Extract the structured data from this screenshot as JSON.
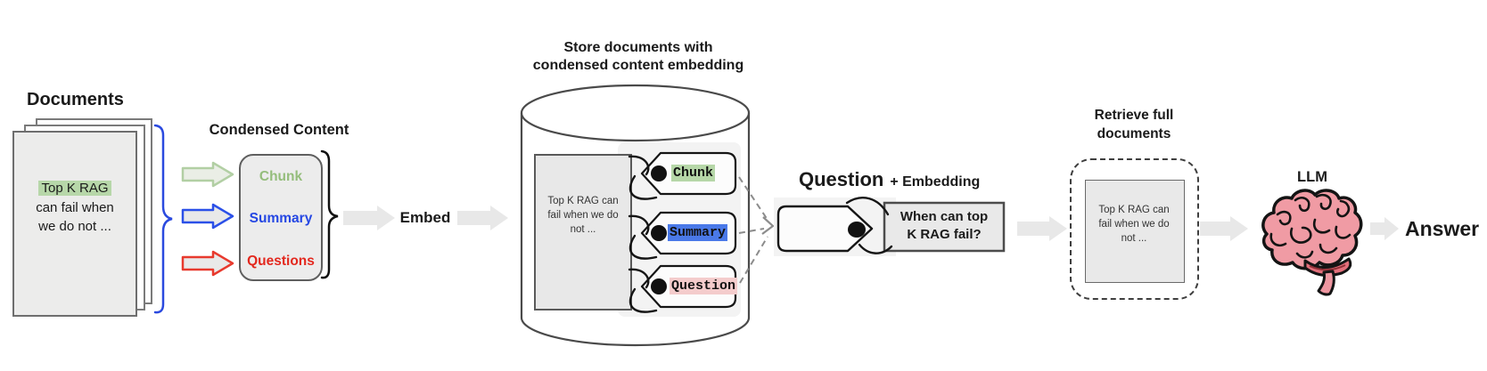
{
  "left_panel": {
    "title": "Documents",
    "document": {
      "highlight_text": "Top K RAG",
      "line2": "can fail when",
      "line3": "we do not ..."
    }
  },
  "condensed": {
    "title": "Condensed Content",
    "items": [
      {
        "label": "Chunk",
        "color": "#94bd7b"
      },
      {
        "label": "Summary",
        "color": "#2547e3"
      },
      {
        "label": "Questions",
        "color": "#e3281e"
      }
    ]
  },
  "embed": {
    "label": "Embed"
  },
  "store": {
    "title_line1": "Store documents with",
    "title_line2": "condensed content embedding",
    "document": {
      "line1": "Top K RAG can",
      "line2": "fail when we do",
      "line3": "not ..."
    },
    "tags": [
      {
        "label": "Chunk",
        "bg": "#b6d7a8"
      },
      {
        "label": "Summary",
        "bg": "#4a79e8"
      },
      {
        "label": "Question",
        "bg": "#f4cccc"
      }
    ]
  },
  "query": {
    "title": "Question",
    "title_suffix": "+ Embedding",
    "box_line1": "When can top",
    "box_line2": "K RAG fail?"
  },
  "retrieve": {
    "title_line1": "Retrieve full",
    "title_line2": "documents",
    "document": {
      "line1": "Top K RAG can",
      "line2": "fail when we do",
      "line3": "not ..."
    }
  },
  "llm": {
    "label": "LLM"
  },
  "answer": {
    "label": "Answer"
  },
  "palette": {
    "arrow_green_outline": "#b2cfa4",
    "arrow_blue_outline": "#2b50e8",
    "arrow_red_outline": "#e83a2e",
    "flow_arrow_gray": "#e8e8e8",
    "brace_blue": "#2b4adf",
    "highlight_green": "#b7d7a9",
    "tag_green_bg": "#b6d7a8",
    "tag_blue_bg": "#4a79e8",
    "tag_pink_bg": "#f4cccc",
    "brain_pink": "#f09ba4"
  }
}
